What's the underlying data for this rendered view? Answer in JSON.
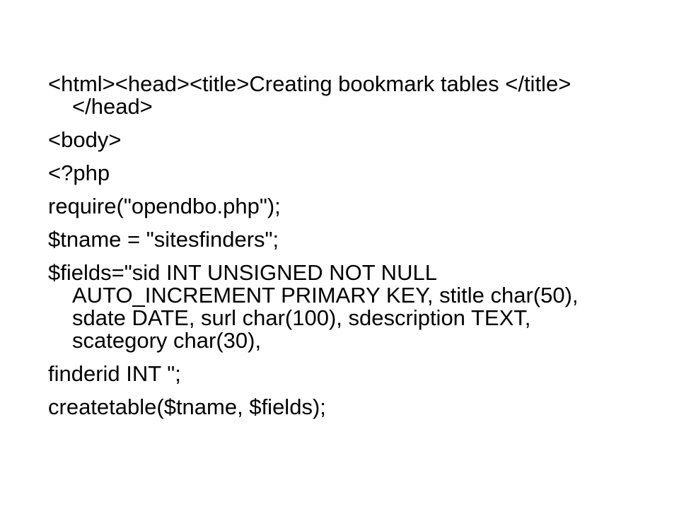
{
  "slide": {
    "lines": [
      "<html><head><title>Creating bookmark tables </title> </head>",
      "<body>",
      "<?php",
      "require(\"opendbo.php\");",
      "$tname = \"sitesfinders\";",
      "$fields=\"sid INT UNSIGNED NOT NULL AUTO_INCREMENT PRIMARY KEY, stitle char(50), sdate DATE, surl char(100), sdescription TEXT, scategory char(30),",
      "finderid INT \";",
      "createtable($tname, $fields);"
    ]
  }
}
